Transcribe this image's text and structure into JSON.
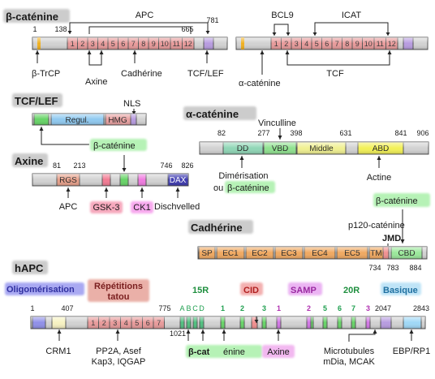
{
  "bcat": {
    "title": "β-caténine",
    "apc_label": "APC",
    "bcl9_label": "BCL9",
    "icat_label": "ICAT",
    "n1": "1",
    "n138": "138",
    "n665": "665",
    "n781": "781",
    "repeats_a": [
      "1",
      "2",
      "3",
      "4",
      "5",
      "6",
      "7",
      "8",
      "9",
      "10",
      "11",
      "12"
    ],
    "repeats_b": [
      "1",
      "2",
      "3",
      "4",
      "5",
      "6",
      "7",
      "8",
      "9",
      "10",
      "11",
      "12"
    ],
    "btrcp": "β-TrCP",
    "axine": "Axine",
    "cadherine": "Cadhérine",
    "tcflef": "TCF/LEF",
    "acat": "α-caténine",
    "tcf": "TCF"
  },
  "tcflef": {
    "title": "TCF/LEF",
    "regul": "Regul.",
    "hmg": "HMG",
    "nls": "NLS",
    "bcat": "β-caténine"
  },
  "acat": {
    "title": "α-caténine",
    "vinculline": "Vinculline",
    "n82": "82",
    "n277": "277",
    "n398": "398",
    "n631": "631",
    "n841": "841",
    "n906": "906",
    "dd": "DD",
    "vbd": "VBD",
    "middle": "Middle",
    "abd": "ABD",
    "dimer1": "Dimérisation",
    "dimer2": "ou",
    "dimer_bcat": "β-caténine",
    "actine": "Actine"
  },
  "axine": {
    "title": "Axine",
    "n81": "81",
    "n213": "213",
    "n746": "746",
    "n826": "826",
    "rgs": "RGS",
    "dax": "DAX",
    "bcat": "β-caténine",
    "apc": "APC",
    "gsk3": "GSK-3",
    "ck1": "CK1",
    "dishevelled": "Dischvelled"
  },
  "cadh": {
    "title": "Cadhérine",
    "bcat": "β-caténine",
    "p120": "p120-caténine",
    "jmd": "JMD",
    "domains": [
      "SP",
      "EC1",
      "EC2",
      "EC3",
      "EC4",
      "EC5",
      "TM",
      "CBD"
    ],
    "n734": "734",
    "n783": "783",
    "n884": "884"
  },
  "hapc": {
    "title": "hAPC",
    "oligo": "Oligomérisation",
    "rep1": "Répétitions",
    "rep2": "tatou",
    "r15": "15R",
    "cid": "CID",
    "samp": "SAMP",
    "r20": "20R",
    "basique": "Basique",
    "n1": "1",
    "n407": "407",
    "n775": "775",
    "n1021": "1021",
    "n2047": "2047",
    "n2843": "2843",
    "arm": [
      "1",
      "2",
      "3",
      "4",
      "5",
      "6",
      "7"
    ],
    "abcd": [
      "A",
      "B",
      "C",
      "D"
    ],
    "r15_nums": [
      "1"
    ],
    "r20_nums": [
      "2",
      "3",
      "4",
      "5",
      "6",
      "7"
    ],
    "samp_nums": [
      "1",
      "2",
      "3"
    ],
    "crm1": "CRM1",
    "pp2a1": "PP2A, Asef",
    "pp2a2": "Kap3, IQGAP",
    "bcat_a": "β-cat",
    "bcat_b": "énine",
    "axine": "Axine",
    "mt1": "Microtubules",
    "mt2": "mDia, MCAK",
    "ebp": "EBP/RP1"
  },
  "colors": {
    "bar": "#d2d2d2",
    "repeat": "#e89a9a",
    "purple": "#b79be0",
    "green": "#66d466",
    "regul": "#8fc9f0",
    "hmg": "#e8a0a0",
    "dd": "#8fd6b6",
    "vbd": "#8fe28f",
    "middle": "#f0f090",
    "abd": "#f2f055",
    "rgs": "#e8a08a",
    "dax": "#3d3ab0",
    "gsk": "#f27a92",
    "ck1": "#f07ae0",
    "ec": "#f0a860",
    "tm": "#f09090",
    "cbd": "#9ae89a",
    "oligo": "#8f8fe8",
    "crm": "#f7f2c2",
    "teal": "#4fbf7f",
    "cid": "#f08e8e",
    "samp": "#d275e6",
    "basique": "#9fd8f7"
  }
}
